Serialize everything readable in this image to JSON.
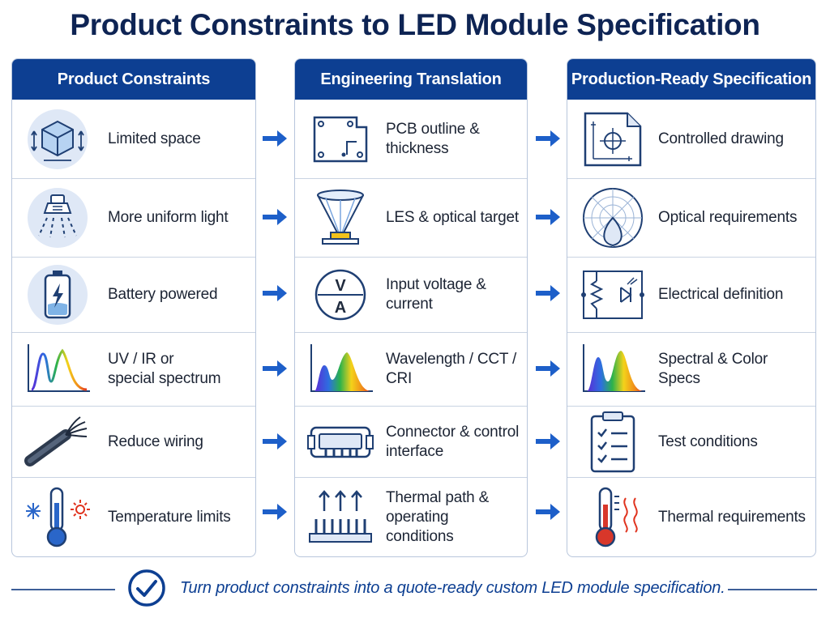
{
  "title": "Product Constraints to LED Module Specification",
  "colors": {
    "header": "#0d3f92",
    "accent": "#1d5fc9",
    "title": "#0e2454"
  },
  "columns": [
    {
      "header": "Product Constraints",
      "items": [
        {
          "lines": [
            "Limited space"
          ],
          "icon": "cube-dimensions-icon"
        },
        {
          "lines": [
            "More uniform light"
          ],
          "icon": "spotlight-icon"
        },
        {
          "lines": [
            "Battery powered"
          ],
          "icon": "battery-icon"
        },
        {
          "lines": [
            "UV / IR or",
            "special spectrum"
          ],
          "icon": "spectrum-icon"
        },
        {
          "lines": [
            "Reduce wiring"
          ],
          "icon": "cable-icon"
        },
        {
          "lines": [
            "Temperature limits"
          ],
          "icon": "thermometer-hot-cold-icon"
        }
      ]
    },
    {
      "header": "Engineering Translation",
      "items": [
        {
          "lines": [
            "PCB outline &",
            "thickness"
          ],
          "icon": "pcb-outline-icon"
        },
        {
          "lines": [
            "LES & optical target"
          ],
          "icon": "optical-cone-icon"
        },
        {
          "lines": [
            "Input voltage &",
            "current"
          ],
          "icon": "voltage-current-icon"
        },
        {
          "lines": [
            "Wavelength / CCT /",
            "CRI"
          ],
          "icon": "spectrum-icon"
        },
        {
          "lines": [
            "Connector & control",
            "interface"
          ],
          "icon": "connector-icon"
        },
        {
          "lines": [
            "Thermal path &",
            "operating conditions"
          ],
          "icon": "heatsink-icon"
        }
      ]
    },
    {
      "header": "Production-Ready Specification",
      "items": [
        {
          "lines": [
            "Controlled drawing"
          ],
          "icon": "drawing-document-icon"
        },
        {
          "lines": [
            "Optical requirements"
          ],
          "icon": "polar-diagram-icon"
        },
        {
          "lines": [
            "Electrical definition"
          ],
          "icon": "circuit-icon"
        },
        {
          "lines": [
            "Spectral & Color Specs"
          ],
          "icon": "spectrum-icon"
        },
        {
          "lines": [
            "Test conditions"
          ],
          "icon": "clipboard-checklist-icon"
        },
        {
          "lines": [
            "Thermal requirements"
          ],
          "icon": "thermometer-heat-icon"
        }
      ]
    }
  ],
  "footer": {
    "text": "Turn product constraints into a quote-ready custom LED module specification.",
    "icon": "check-circle-icon"
  }
}
